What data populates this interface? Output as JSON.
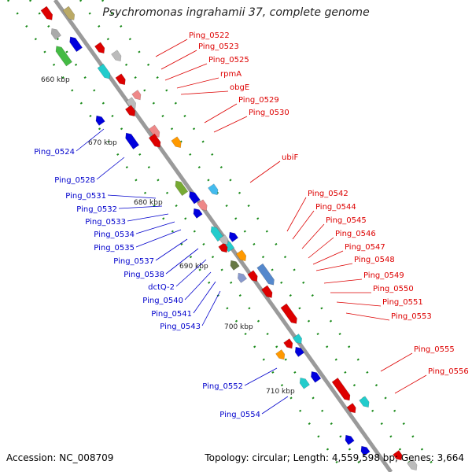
{
  "title": "Psychromonas ingrahamii 37, complete genome",
  "footer": {
    "accession": "Accession: NC_008709",
    "topology": "Topology: circular; Length: 4,559,598 bp; Genes: 3,664"
  },
  "colors": {
    "backbone": "#9a9a9a",
    "forward_label": "#dd0000",
    "reverse_label": "#0000cc",
    "tick": "#228822"
  },
  "scale_labels": [
    "660 kbp",
    "670 kbp",
    "680 kbp",
    "690 kbp",
    "700 kbp",
    "710 kbp"
  ],
  "forward_labels": [
    "Ping_0522",
    "Ping_0523",
    "Ping_0525",
    "rpmA",
    "obgE",
    "Ping_0529",
    "Ping_0530",
    "ubiF",
    "Ping_0542",
    "Ping_0544",
    "Ping_0545",
    "Ping_0546",
    "Ping_0547",
    "Ping_0548",
    "Ping_0549",
    "Ping_0550",
    "Ping_0551",
    "Ping_0553",
    "Ping_0555",
    "Ping_0556"
  ],
  "reverse_labels": [
    "Ping_0524",
    "Ping_0528",
    "Ping_0531",
    "Ping_0532",
    "Ping_0533",
    "Ping_0534",
    "Ping_0535",
    "Ping_0537",
    "Ping_0538",
    "dctQ-2",
    "Ping_0540",
    "Ping_0541",
    "Ping_0543",
    "Ping_0552",
    "Ping_0554"
  ]
}
